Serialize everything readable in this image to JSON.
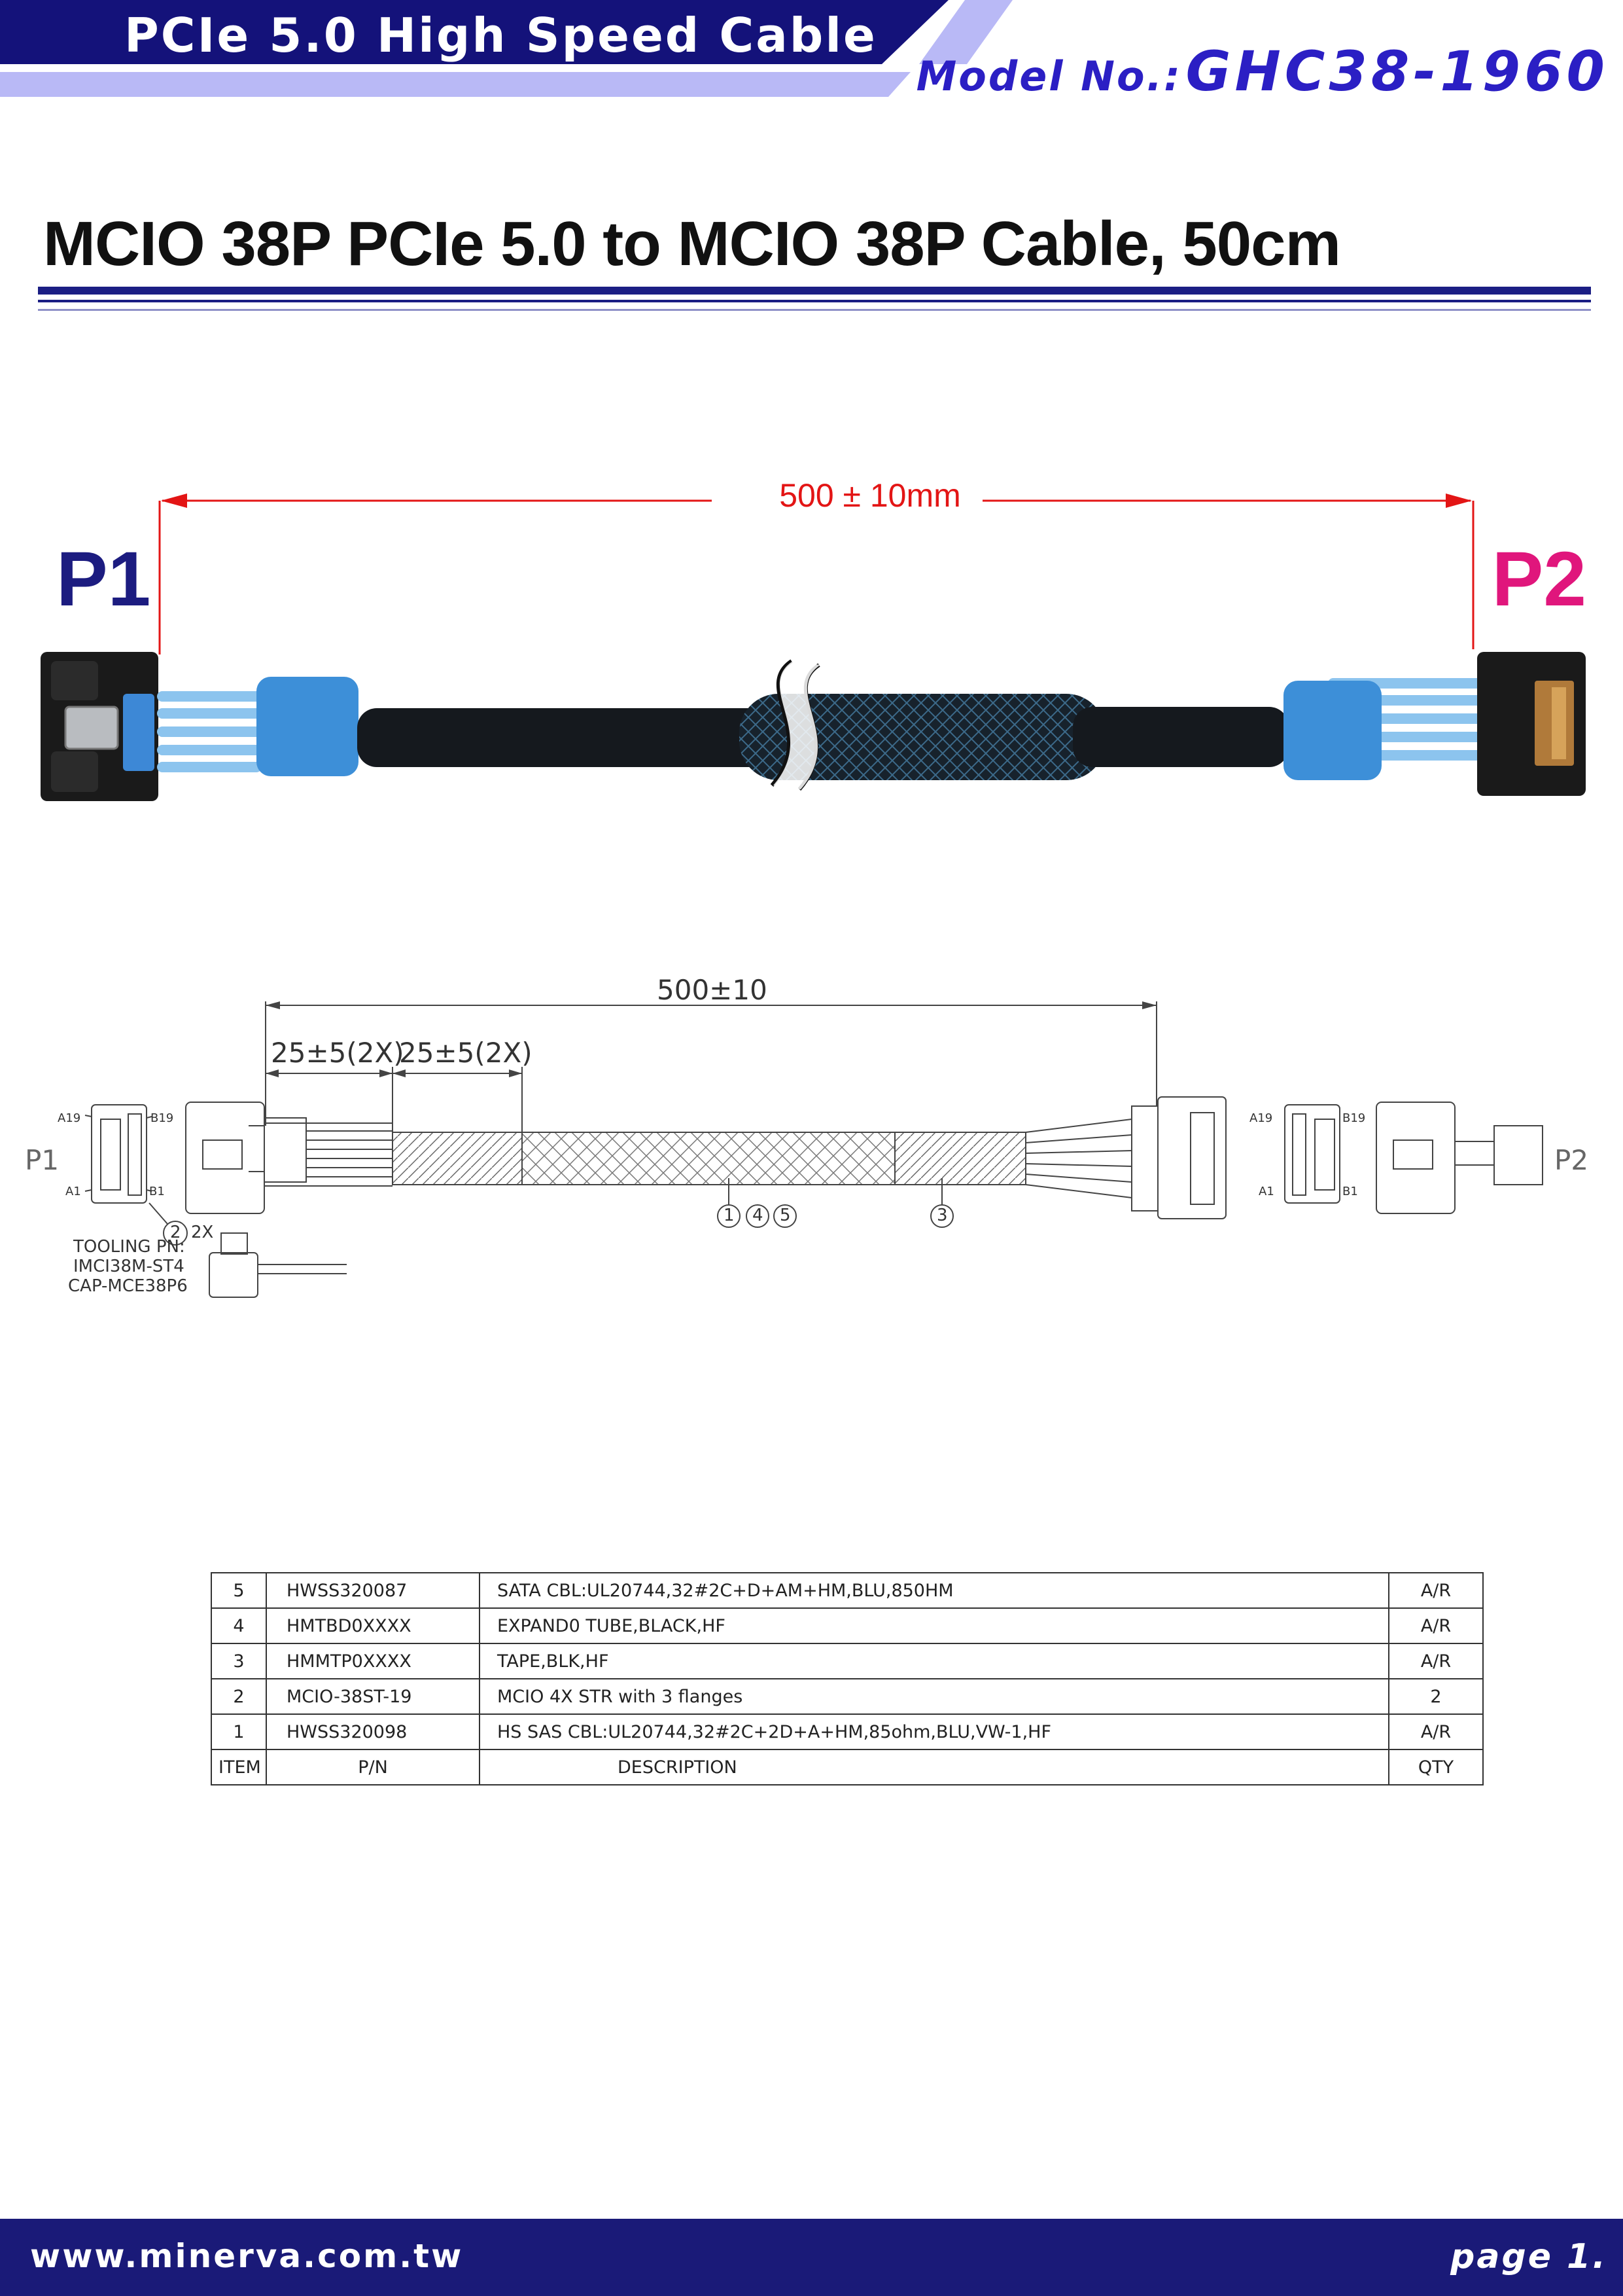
{
  "header": {
    "banner_title": "PCIe 5.0 High Speed Cable",
    "model_label": "Model No.:",
    "model_number": "GHC38-1960",
    "colors": {
      "navy": "#14127a",
      "lavender": "#b9b9f6",
      "model_text": "#2b1fc4"
    }
  },
  "page_title": "MCIO 38P PCIe 5.0 to MCIO 38P Cable, 50cm",
  "photo": {
    "p1_label": "P1",
    "p2_label": "P2",
    "length_text": "500 ± 10mm",
    "colors": {
      "p1": "#1c1c80",
      "p2": "#e0167c",
      "dimension": "#e31515",
      "braid": "#1c2c3a",
      "velcro": "#3d8fd8",
      "wire": "#8cc4ee"
    }
  },
  "drawing": {
    "overall_dim": "500±10",
    "breakout_dim_1": "25±5(2X)",
    "breakout_dim_2": "25±5(2X)",
    "p1_label": "P1",
    "p2_label": "P2",
    "pin_a19": "A19",
    "pin_b19": "B19",
    "pin_a1": "A1",
    "pin_b1": "B1",
    "callout_connector": "2",
    "callout_connector_qty": "2X",
    "callout_wires": [
      "1",
      "4",
      "5"
    ],
    "callout_tape": "3",
    "tooling_lines": [
      "TOOLING PN:",
      "IMCI38M-ST4",
      "CAP-MCE38P6"
    ]
  },
  "bom": {
    "rows": [
      {
        "item": "5",
        "pn": "HWSS320087",
        "description": "SATA CBL:UL20744,32#2C+D+AM+HM,BLU,850HM",
        "qty": "A/R"
      },
      {
        "item": "4",
        "pn": "HMTBD0XXXX",
        "description": "EXPAND0 TUBE,BLACK,HF",
        "qty": "A/R"
      },
      {
        "item": "3",
        "pn": "HMMTP0XXXX",
        "description": "TAPE,BLK,HF",
        "qty": "A/R"
      },
      {
        "item": "2",
        "pn": "MCIO-38ST-19",
        "description": "MCIO 4X STR with 3 flanges",
        "qty": "2"
      },
      {
        "item": "1",
        "pn": "HWSS320098",
        "description": "HS SAS CBL:UL20744,32#2C+2D+A+HM,85ohm,BLU,VW-1,HF",
        "qty": "A/R"
      }
    ],
    "header": {
      "item": "ITEM",
      "pn": "P/N",
      "description": "DESCRIPTION",
      "qty": "QTY"
    }
  },
  "footer": {
    "url": "www.minerva.com.tw",
    "page": "page 1.",
    "color": "#1a1a78"
  }
}
